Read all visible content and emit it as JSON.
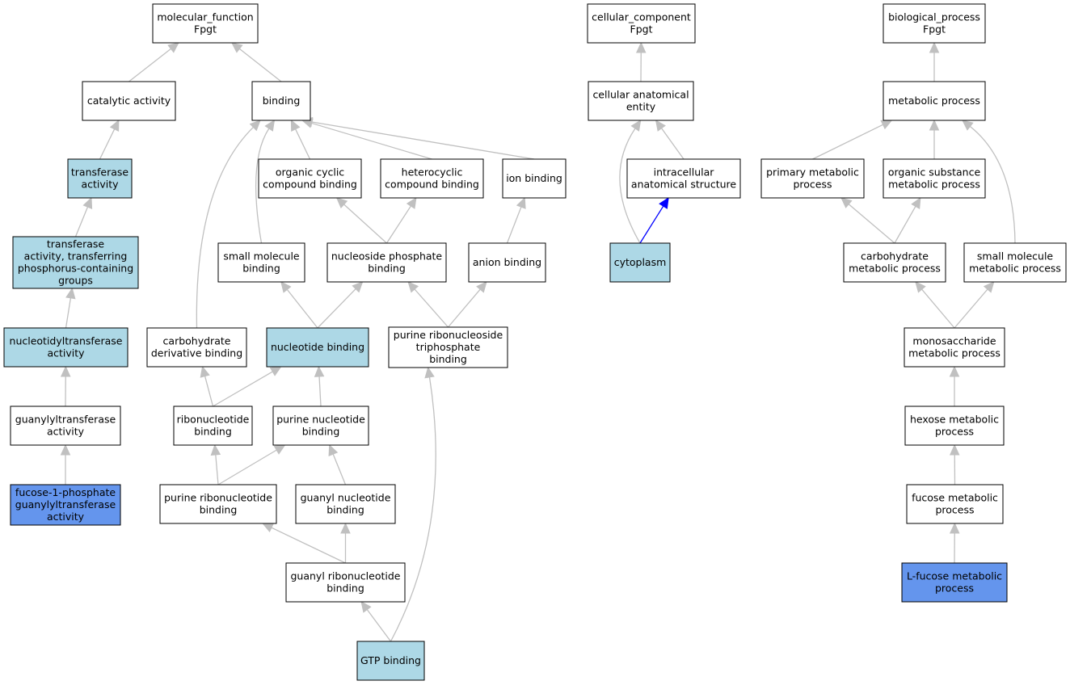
{
  "colors": {
    "default_fill": "#ffffff",
    "ancestor_fill": "#add8e6",
    "target_fill": "#6495ed",
    "edge_default": "#c0c0c0",
    "edge_highlight": "#0000ff"
  },
  "nodes": [
    {
      "id": "mf_root",
      "lines": [
        "molecular_function",
        "Fpgt"
      ],
      "style": "default"
    },
    {
      "id": "cc_root",
      "lines": [
        "cellular_component",
        "Fpgt"
      ],
      "style": "default"
    },
    {
      "id": "bp_root",
      "lines": [
        "biological_process",
        "Fpgt"
      ],
      "style": "default"
    },
    {
      "id": "catalytic",
      "lines": [
        "catalytic activity"
      ],
      "style": "default"
    },
    {
      "id": "binding",
      "lines": [
        "binding"
      ],
      "style": "default"
    },
    {
      "id": "cell_anat",
      "lines": [
        "cellular anatomical",
        "entity"
      ],
      "style": "default"
    },
    {
      "id": "metabolic",
      "lines": [
        "metabolic process"
      ],
      "style": "default"
    },
    {
      "id": "transferase",
      "lines": [
        "transferase",
        "activity"
      ],
      "style": "ancestor"
    },
    {
      "id": "org_cyclic",
      "lines": [
        "organic cyclic",
        "compound binding"
      ],
      "style": "default"
    },
    {
      "id": "heterocyclic",
      "lines": [
        "heterocyclic",
        "compound binding"
      ],
      "style": "default"
    },
    {
      "id": "ion_binding",
      "lines": [
        "ion binding"
      ],
      "style": "default"
    },
    {
      "id": "intracellular",
      "lines": [
        "intracellular",
        "anatomical structure"
      ],
      "style": "default"
    },
    {
      "id": "primary_met",
      "lines": [
        "primary metabolic",
        "process"
      ],
      "style": "default"
    },
    {
      "id": "org_subst",
      "lines": [
        "organic substance",
        "metabolic process"
      ],
      "style": "default"
    },
    {
      "id": "transf_phos",
      "lines": [
        "transferase",
        "activity, transferring",
        "phosphorus-containing",
        "groups"
      ],
      "style": "ancestor"
    },
    {
      "id": "small_mol_bind",
      "lines": [
        "small molecule",
        "binding"
      ],
      "style": "default"
    },
    {
      "id": "nucleoside_phos",
      "lines": [
        "nucleoside phosphate",
        "binding"
      ],
      "style": "default"
    },
    {
      "id": "anion",
      "lines": [
        "anion binding"
      ],
      "style": "default"
    },
    {
      "id": "cytoplasm",
      "lines": [
        "cytoplasm"
      ],
      "style": "ancestor"
    },
    {
      "id": "carb_met",
      "lines": [
        "carbohydrate",
        "metabolic process"
      ],
      "style": "default"
    },
    {
      "id": "small_mol_met",
      "lines": [
        "small molecule",
        "metabolic process"
      ],
      "style": "default"
    },
    {
      "id": "nucleotidyl",
      "lines": [
        "nucleotidyltransferase",
        "activity"
      ],
      "style": "ancestor"
    },
    {
      "id": "carb_deriv",
      "lines": [
        "carbohydrate",
        "derivative binding"
      ],
      "style": "default"
    },
    {
      "id": "nucleotide_bind",
      "lines": [
        "nucleotide binding"
      ],
      "style": "ancestor"
    },
    {
      "id": "purine_rntp",
      "lines": [
        "purine ribonucleoside",
        "triphosphate",
        "binding"
      ],
      "style": "default"
    },
    {
      "id": "monosacch",
      "lines": [
        "monosaccharide",
        "metabolic process"
      ],
      "style": "default"
    },
    {
      "id": "guanylyl",
      "lines": [
        "guanylyltransferase",
        "activity"
      ],
      "style": "default"
    },
    {
      "id": "ribonucleotide",
      "lines": [
        "ribonucleotide",
        "binding"
      ],
      "style": "default"
    },
    {
      "id": "purine_nt",
      "lines": [
        "purine nucleotide",
        "binding"
      ],
      "style": "default"
    },
    {
      "id": "hexose",
      "lines": [
        "hexose metabolic",
        "process"
      ],
      "style": "default"
    },
    {
      "id": "fucose1p",
      "lines": [
        "fucose-1-phosphate",
        "guanylyltransferase",
        "activity"
      ],
      "style": "target"
    },
    {
      "id": "purine_rnt",
      "lines": [
        "purine ribonucleotide",
        "binding"
      ],
      "style": "default"
    },
    {
      "id": "guanyl_nt",
      "lines": [
        "guanyl nucleotide",
        "binding"
      ],
      "style": "default"
    },
    {
      "id": "fucose_met",
      "lines": [
        "fucose metabolic",
        "process"
      ],
      "style": "default"
    },
    {
      "id": "guanyl_rnt",
      "lines": [
        "guanyl ribonucleotide",
        "binding"
      ],
      "style": "default"
    },
    {
      "id": "lfucose",
      "lines": [
        "L-fucose metabolic",
        "process"
      ],
      "style": "target"
    },
    {
      "id": "gtp",
      "lines": [
        "GTP binding"
      ],
      "style": "ancestor"
    }
  ],
  "edges": [
    {
      "from": "catalytic",
      "to": "mf_root"
    },
    {
      "from": "binding",
      "to": "mf_root"
    },
    {
      "from": "transferase",
      "to": "catalytic"
    },
    {
      "from": "transf_phos",
      "to": "transferase"
    },
    {
      "from": "nucleotidyl",
      "to": "transf_phos"
    },
    {
      "from": "guanylyl",
      "to": "nucleotidyl"
    },
    {
      "from": "fucose1p",
      "to": "guanylyl"
    },
    {
      "from": "org_cyclic",
      "to": "binding"
    },
    {
      "from": "heterocyclic",
      "to": "binding"
    },
    {
      "from": "ion_binding",
      "to": "binding"
    },
    {
      "from": "small_mol_bind",
      "to": "binding"
    },
    {
      "from": "carb_deriv",
      "to": "binding"
    },
    {
      "from": "nucleoside_phos",
      "to": "org_cyclic"
    },
    {
      "from": "nucleoside_phos",
      "to": "heterocyclic"
    },
    {
      "from": "anion",
      "to": "ion_binding"
    },
    {
      "from": "nucleotide_bind",
      "to": "small_mol_bind"
    },
    {
      "from": "nucleotide_bind",
      "to": "nucleoside_phos"
    },
    {
      "from": "purine_rntp",
      "to": "nucleoside_phos"
    },
    {
      "from": "purine_rntp",
      "to": "anion"
    },
    {
      "from": "ribonucleotide",
      "to": "carb_deriv"
    },
    {
      "from": "ribonucleotide",
      "to": "nucleotide_bind"
    },
    {
      "from": "purine_nt",
      "to": "nucleotide_bind"
    },
    {
      "from": "purine_rnt",
      "to": "ribonucleotide"
    },
    {
      "from": "purine_rnt",
      "to": "purine_nt"
    },
    {
      "from": "guanyl_nt",
      "to": "purine_nt"
    },
    {
      "from": "guanyl_rnt",
      "to": "purine_rnt"
    },
    {
      "from": "guanyl_rnt",
      "to": "guanyl_nt"
    },
    {
      "from": "gtp",
      "to": "guanyl_rnt"
    },
    {
      "from": "gtp",
      "to": "purine_rntp"
    },
    {
      "from": "cell_anat",
      "to": "cc_root"
    },
    {
      "from": "intracellular",
      "to": "cell_anat"
    },
    {
      "from": "cytoplasm",
      "to": "cell_anat"
    },
    {
      "from": "cytoplasm",
      "to": "intracellular",
      "highlight": true
    },
    {
      "from": "metabolic",
      "to": "bp_root"
    },
    {
      "from": "primary_met",
      "to": "metabolic"
    },
    {
      "from": "org_subst",
      "to": "metabolic"
    },
    {
      "from": "small_mol_met",
      "to": "metabolic"
    },
    {
      "from": "carb_met",
      "to": "primary_met"
    },
    {
      "from": "carb_met",
      "to": "org_subst"
    },
    {
      "from": "monosacch",
      "to": "carb_met"
    },
    {
      "from": "monosacch",
      "to": "small_mol_met"
    },
    {
      "from": "hexose",
      "to": "monosacch"
    },
    {
      "from": "fucose_met",
      "to": "hexose"
    },
    {
      "from": "lfucose",
      "to": "fucose_met"
    }
  ]
}
